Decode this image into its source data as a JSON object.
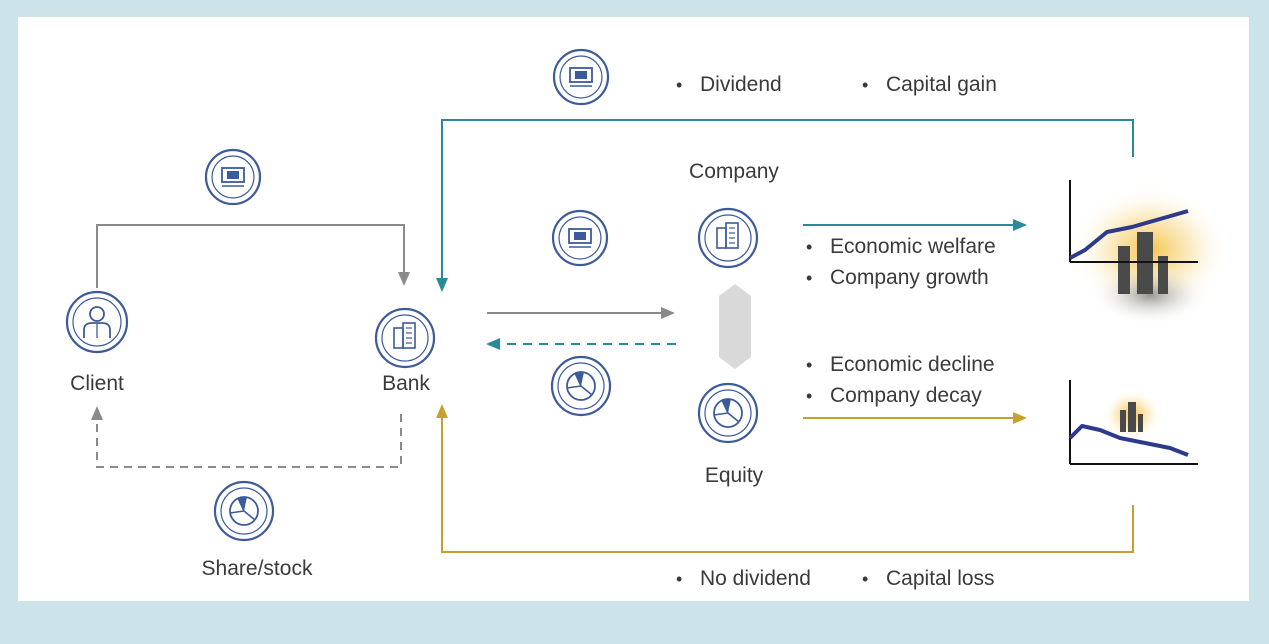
{
  "nodes": {
    "client": "Client",
    "bank": "Bank",
    "company": "Company",
    "equity": "Equity",
    "share_stock": "Share/stock"
  },
  "returns_positive": [
    "Dividend",
    "Capital gain"
  ],
  "returns_negative": [
    "No dividend",
    "Capital loss"
  ],
  "outcomes_positive": [
    "Economic welfare",
    "Company growth"
  ],
  "outcomes_negative": [
    "Economic decline",
    "Company decay"
  ],
  "icons": {
    "money": "money-bill-icon",
    "building": "building-icon",
    "person": "person-icon",
    "pie": "pie-chart-icon"
  },
  "colors": {
    "teal": "#2a8a9a",
    "gold": "#c8a030",
    "gray": "#8a8a8a",
    "navy": "#2d3a8c",
    "icon": "#3d5a99",
    "text": "#3a3a3a",
    "background": "#cde3ea"
  }
}
